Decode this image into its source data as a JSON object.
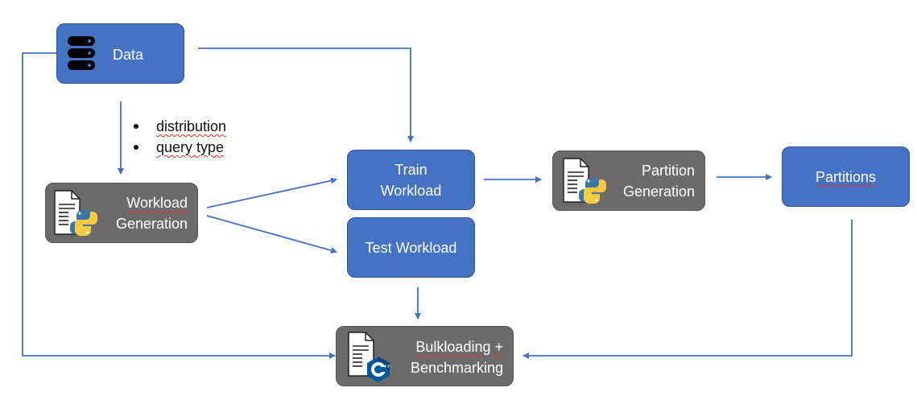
{
  "nodes": {
    "data": {
      "label": "Data",
      "icon": "database-icon"
    },
    "workload_generation": {
      "line1": "Workload",
      "line2": "Generation",
      "icon": "python-script-icon"
    },
    "train_workload": {
      "line1": "Train",
      "line2": "Workload"
    },
    "test_workload": {
      "label": "Test Workload"
    },
    "partition_generation": {
      "line1": "Partition",
      "line2": "Generation",
      "icon": "python-script-icon"
    },
    "partitions": {
      "label": "Partitions"
    },
    "bulkloading": {
      "line1": "Bulkloading +",
      "line2": "Benchmarking",
      "icon": "cpp-script-icon"
    }
  },
  "bullets": [
    "distribution",
    "query type"
  ],
  "colors": {
    "blue_box": "#4472c4",
    "gray_box": "#6b6b6b",
    "edge": "#4472c4",
    "python_blue": "#3b77a8",
    "python_yellow": "#f7c940",
    "cpp_blue": "#00599c"
  }
}
